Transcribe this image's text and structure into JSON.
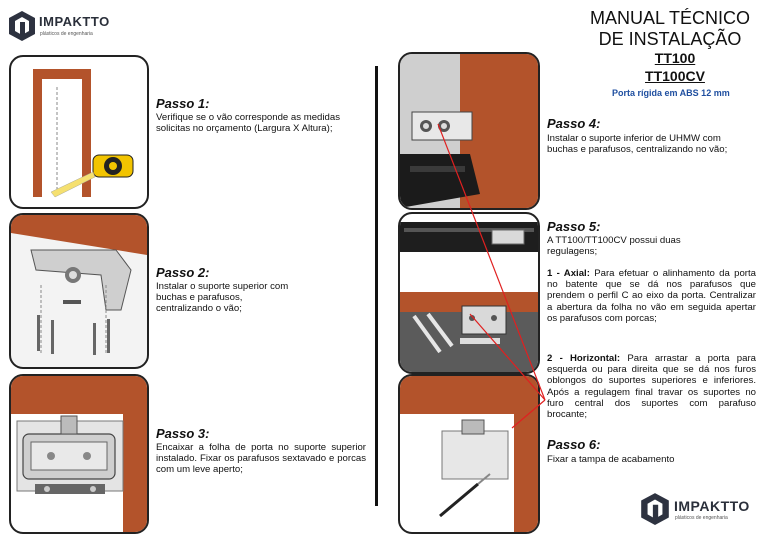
{
  "brand": {
    "name": "IMPAKTTO",
    "tagline": "plásticos de engenharia"
  },
  "header": {
    "title_line1": "MANUAL TÉCNICO",
    "title_line2": "DE INSTALAÇÃO",
    "model1": "TT100",
    "model2": "TT100CV",
    "subtitle": "Porta rígida em ABS 12 mm"
  },
  "steps": [
    {
      "title": "Passo 1:",
      "text": "Verifique se o vão corresponde as medidas solicitas no orçamento (Largura X Altura);"
    },
    {
      "title": "Passo 2:",
      "text": "Instalar o suporte superior com buchas e parafusos, centralizando o vão;"
    },
    {
      "title": "Passo 3:",
      "text": "Encaixar a folha de porta no suporte superior instalado. Fixar os parafusos sextavado e porcas com um leve aperto;"
    },
    {
      "title": "Passo 4:",
      "text": "Instalar o suporte inferior de UHMW com buchas e parafusos, centralizando no vão;"
    },
    {
      "title": "Passo 5:",
      "text": "A TT100/TT100CV possui duas regulagens;"
    },
    {
      "title": "Passo 6:",
      "text": "Fixar a tampa de acabamento"
    }
  ],
  "adjustments": {
    "axial_label": "1 - Axial:",
    "axial_text": "Para efetuar o alinhamento da porta no batente que se dá nos parafusos que prendem o perfil C ao eixo da porta. Centralizar a abertura da folha no vão em seguida apertar os parafusos com porcas;",
    "horizontal_label": "2 - Horizontal:",
    "horizontal_text": "Para arrastar a porta para esquerda ou para direita que se dá nos furos oblongos do suportes superiores e inferiores. Após a regulagem final travar os suportes no furo central dos suportes com parafuso brocante;"
  },
  "colors": {
    "wood": "#b3532b",
    "steel": "#c9c9c9",
    "link": "#1f4fa0",
    "arrow": "#e02020"
  }
}
